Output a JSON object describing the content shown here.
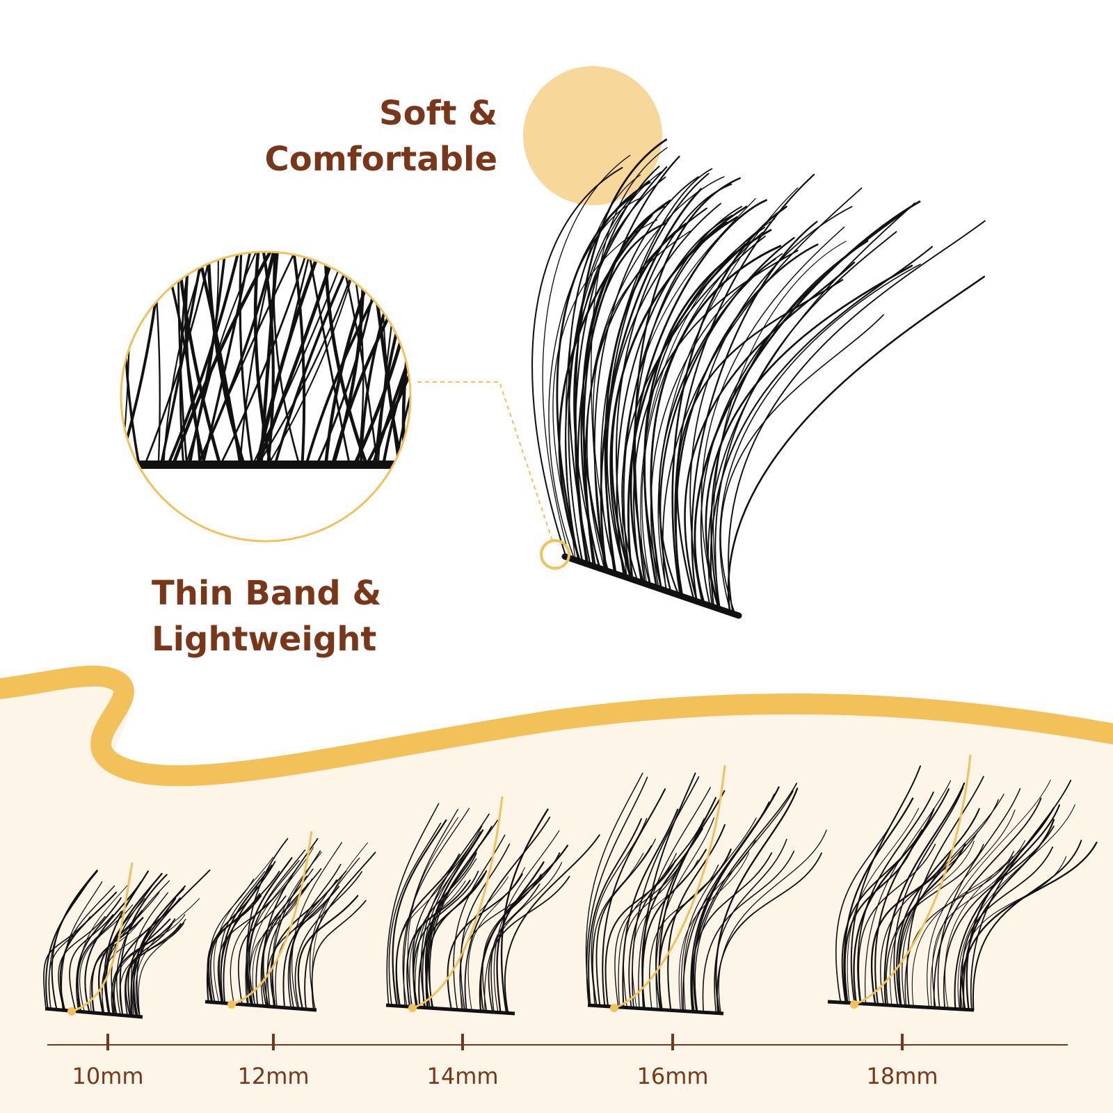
{
  "features": {
    "soft": {
      "line1": "Soft &",
      "line2": "Comfortable"
    },
    "thin": {
      "line1": "Thin Band &",
      "line2": "Lightweight"
    }
  },
  "lengths": [
    "10mm",
    "12mm",
    "14mm",
    "16mm",
    "18mm"
  ],
  "colors": {
    "heading": "#7a3618",
    "accent": "#f2c15a",
    "accent_light": "#f8d79a",
    "cream": "#fdf5e8",
    "lash": "#111111"
  }
}
